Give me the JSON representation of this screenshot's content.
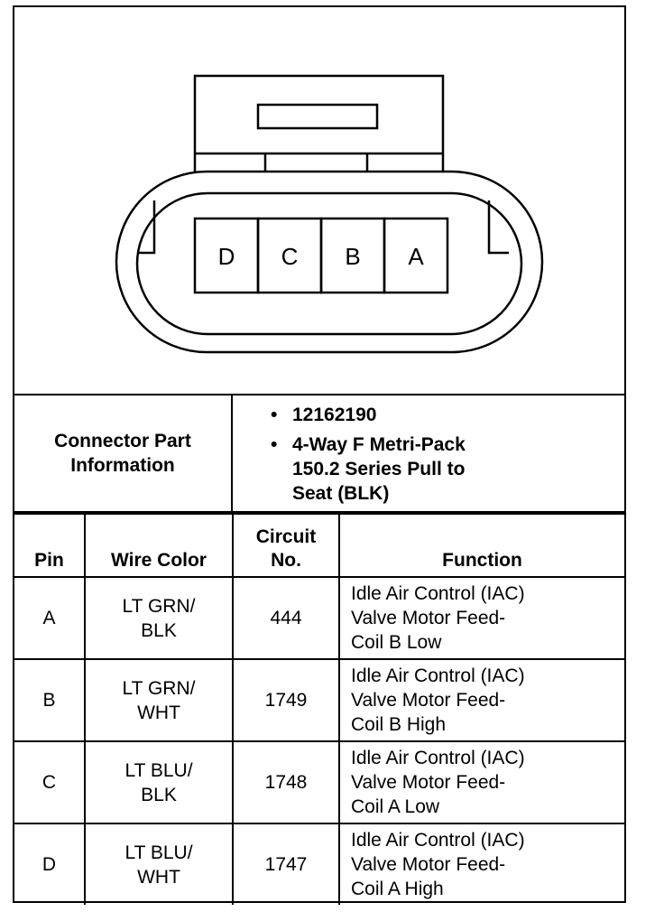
{
  "connector": {
    "pins": [
      "D",
      "C",
      "B",
      "A"
    ]
  },
  "part_info": {
    "label": "Connector Part\nInformation",
    "items": [
      "12162190",
      "4-Way F Metri-Pack\n150.2 Series Pull to\nSeat (BLK)"
    ]
  },
  "table": {
    "headers": {
      "pin": "Pin",
      "wire_color": "Wire Color",
      "circuit": "Circuit\nNo.",
      "function": "Function"
    },
    "rows": [
      {
        "pin": "A",
        "wire_color": "LT GRN/\nBLK",
        "circuit": "444",
        "function": "Idle Air Control (IAC)\nValve Motor Feed-\nCoil B Low"
      },
      {
        "pin": "B",
        "wire_color": "LT GRN/\nWHT",
        "circuit": "1749",
        "function": "Idle Air Control (IAC)\nValve Motor Feed-\nCoil B High"
      },
      {
        "pin": "C",
        "wire_color": "LT BLU/\nBLK",
        "circuit": "1748",
        "function": "Idle Air Control (IAC)\nValve Motor Feed-\nCoil A Low"
      },
      {
        "pin": "D",
        "wire_color": "LT BLU/\nWHT",
        "circuit": "1747",
        "function": "Idle Air Control (IAC)\nValve Motor Feed-\nCoil A High"
      }
    ]
  }
}
